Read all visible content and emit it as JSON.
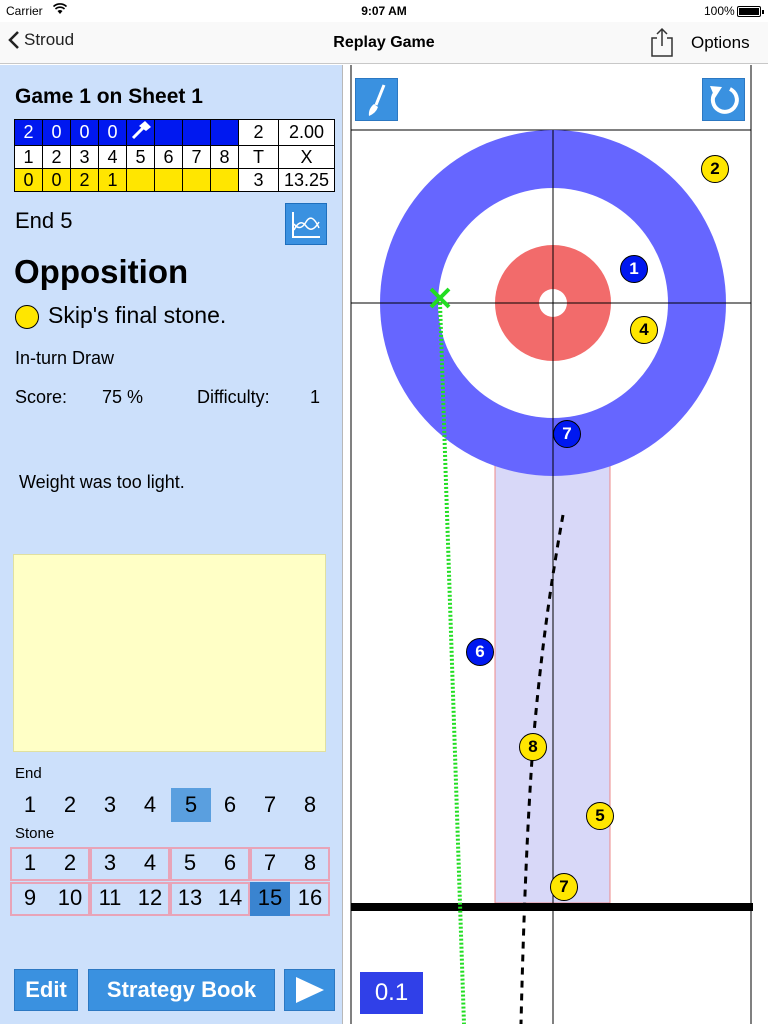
{
  "status": {
    "carrier": "Carrier",
    "time": "9:07 AM",
    "battery": "100%"
  },
  "nav": {
    "back_label": "Stroud",
    "title": "Replay Game",
    "options_label": "Options"
  },
  "game": {
    "title": "Game 1 on Sheet 1",
    "scoreboard": {
      "team1_row": [
        "2",
        "0",
        "0",
        "0",
        "",
        "",
        "",
        ""
      ],
      "team1_total": "2",
      "team1_points": "2.00",
      "end_numbers": [
        "1",
        "2",
        "3",
        "4",
        "5",
        "6",
        "7",
        "8"
      ],
      "total_header": "T",
      "points_header": "X",
      "team2_row": [
        "0",
        "0",
        "2",
        "1",
        "",
        "",
        "",
        ""
      ],
      "team2_total": "3",
      "team2_points": "13.25"
    },
    "end_label": "End 5",
    "team_label": "Opposition",
    "stone_desc": "Skip's final stone.",
    "shot_type": "In-turn Draw",
    "score_label": "Score:",
    "score_value": "75 %",
    "difficulty_label": "Difficulty:",
    "difficulty_value": "1",
    "comment": "Weight was too light.",
    "notes": ""
  },
  "selectors": {
    "end_label": "End",
    "ends": [
      "1",
      "2",
      "3",
      "4",
      "5",
      "6",
      "7",
      "8"
    ],
    "selected_end": "5",
    "stone_label": "Stone",
    "stones": [
      "1",
      "2",
      "3",
      "4",
      "5",
      "6",
      "7",
      "8",
      "9",
      "10",
      "11",
      "12",
      "13",
      "14",
      "15",
      "16"
    ],
    "selected_stone": "15"
  },
  "buttons": {
    "edit": "Edit",
    "strategy_book": "Strategy Book"
  },
  "sheet": {
    "zoom": "0.1",
    "stones": [
      {
        "label": "1",
        "color": "blue"
      },
      {
        "label": "2",
        "color": "yellow"
      },
      {
        "label": "4",
        "color": "yellow"
      },
      {
        "label": "7",
        "color": "blue"
      },
      {
        "label": "6",
        "color": "blue"
      },
      {
        "label": "8",
        "color": "yellow"
      },
      {
        "label": "5",
        "color": "yellow"
      },
      {
        "label": "7",
        "color": "yellow"
      }
    ]
  },
  "colors": {
    "house_outer": "#6666ff",
    "house_inner": "#f26b6b",
    "path_band": "#d8d8f8",
    "team_blue": "#0018f0",
    "team_yellow": "#ffe600",
    "panel_bg": "#cce0fb",
    "button_blue": "#3a91e0"
  }
}
